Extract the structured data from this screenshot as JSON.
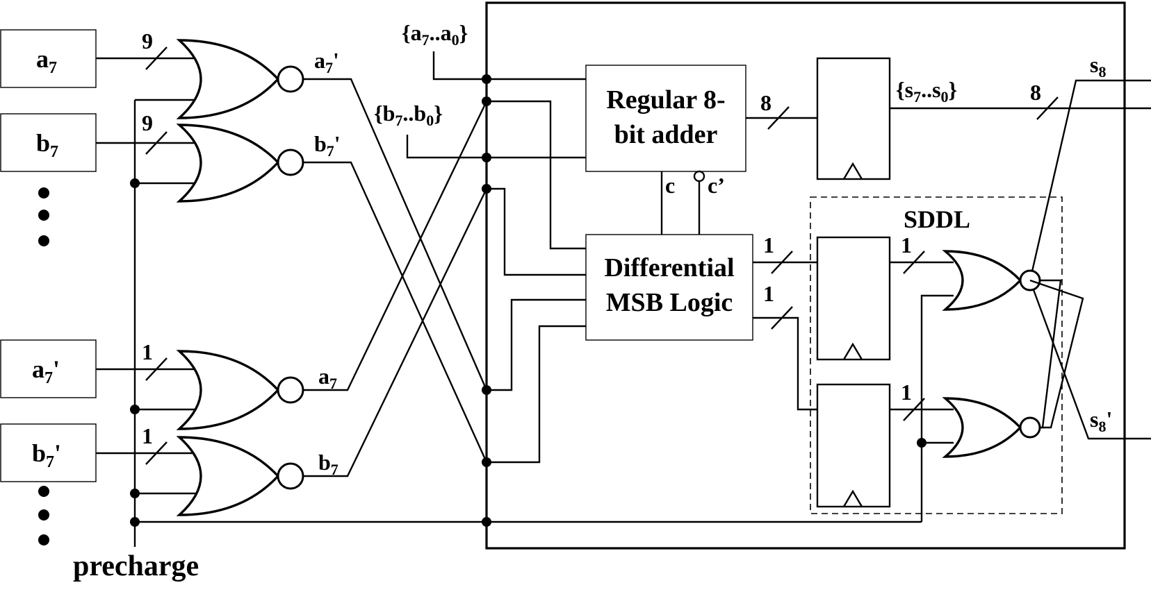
{
  "inputs": {
    "a7": {
      "base": "a",
      "sub": "7",
      "prime": ""
    },
    "b7": {
      "base": "b",
      "sub": "7",
      "prime": ""
    },
    "a7p": {
      "base": "a",
      "sub": "7",
      "prime": "'"
    },
    "b7p": {
      "base": "b",
      "sub": "7",
      "prime": "'"
    }
  },
  "bus_widths": {
    "top_a": "9",
    "top_b": "9",
    "bot_a": "1",
    "bot_b": "1",
    "adder_out": "8",
    "sum_out": "8",
    "msb_out1": "1",
    "msb_out2": "1",
    "ff1_out": "1",
    "ff2_out": "1"
  },
  "signals": {
    "a7p_out": {
      "base": "a",
      "sub": "7",
      "prime": "'"
    },
    "b7p_out": {
      "base": "b",
      "sub": "7",
      "prime": "'"
    },
    "a7_out": {
      "base": "a",
      "sub": "7",
      "prime": ""
    },
    "b7_out": {
      "base": "b",
      "sub": "7",
      "prime": ""
    },
    "a_bus": {
      "open": "{a",
      "sub1": "7",
      "mid": "..a",
      "sub2": "0",
      "close": "}"
    },
    "b_bus": {
      "open": "{b",
      "sub1": "7",
      "mid": "..b",
      "sub2": "0",
      "close": "}"
    },
    "s_bus": {
      "open": "{s",
      "sub1": "7",
      "mid": "..s",
      "sub2": "0",
      "close": "}"
    },
    "carry": "c",
    "carry_n": "c’",
    "s8": {
      "base": "s",
      "sub": "8",
      "prime": ""
    },
    "s8p": {
      "base": "s",
      "sub": "8",
      "prime": "'"
    }
  },
  "blocks": {
    "adder": {
      "line1": "Regular 8-",
      "line2": "bit adder"
    },
    "msb": {
      "line1": "Differential",
      "line2": "MSB Logic"
    },
    "sddl": "SDDL"
  },
  "precharge": "precharge"
}
